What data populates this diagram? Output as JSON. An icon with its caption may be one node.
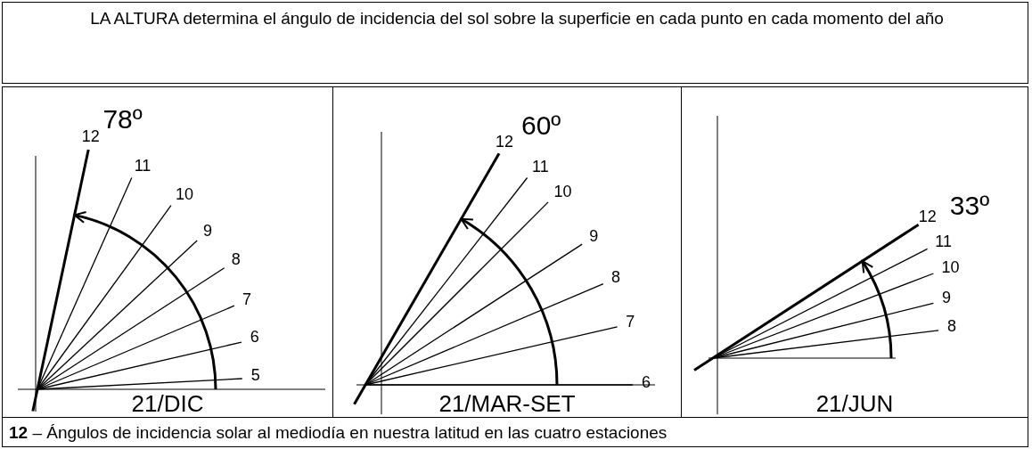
{
  "diagram": {
    "title": "LA ALTURA determina el ángulo de incidencia del sol sobre la superficie en cada punto en cada momento del año",
    "caption": "**12** – Ángulos de incidencia solar al mediodía en nuestra latitud en las cuatro estaciones",
    "labels": [
      "78º",
      "12",
      "11",
      "10",
      "9",
      "8",
      "7",
      "6",
      "5",
      "21/DIC",
      "60º",
      "12",
      "11",
      "10",
      "9",
      "8",
      "7",
      "6",
      "21/MAR-SET",
      "33º",
      "12",
      "11",
      "10",
      "9",
      "8",
      "21/JUN"
    ]
  }
}
